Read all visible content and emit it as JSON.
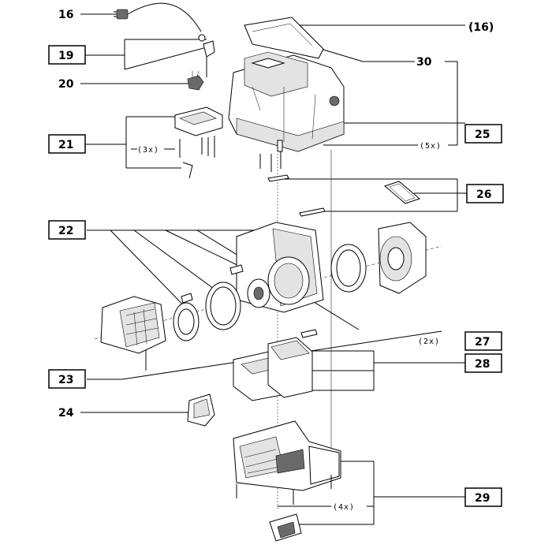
{
  "labels": {
    "p16": "16",
    "p16ref": "(16)",
    "p19": "19",
    "p20": "20",
    "p21": "21",
    "p22": "22",
    "p23": "23",
    "p24": "24",
    "p25": "25",
    "p26": "26",
    "p27": "27",
    "p28": "28",
    "p29": "29",
    "p30": "30"
  },
  "notes": {
    "qty3": "(3x)",
    "qty5": "(5x)",
    "qty2": "(2x)",
    "qty4": "(4x)"
  }
}
